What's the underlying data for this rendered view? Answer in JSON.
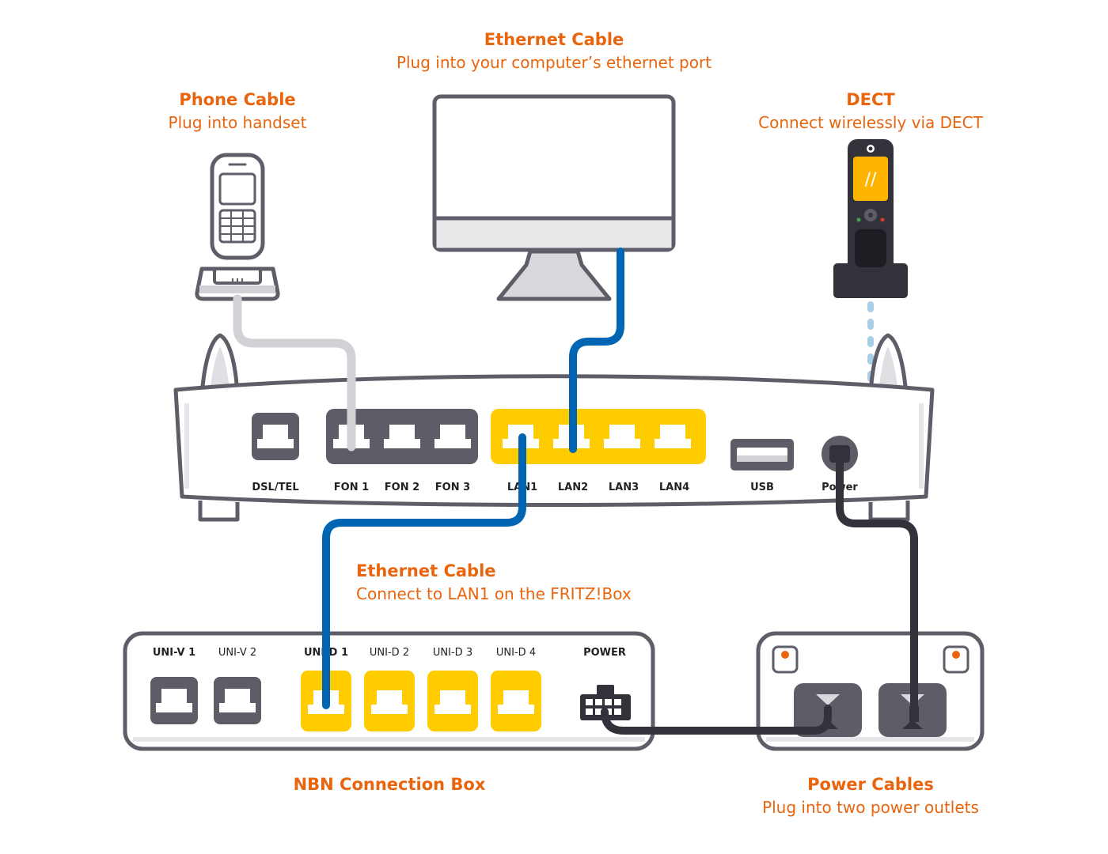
{
  "colors": {
    "accent": "#e8650e",
    "outline": "#5f5d68",
    "port_dark": "#5e5c67",
    "port_yellow": "#ffcc00",
    "ethernet_cable": "#0066b3",
    "phone_cable": "#d2d2d6",
    "power_cable": "#33323b",
    "dect_signal": "#a9cfe8"
  },
  "captions": {
    "ethernet_top": {
      "title": "Ethernet Cable",
      "subtitle": "Plug into your computer’s ethernet port"
    },
    "phone": {
      "title": "Phone Cable",
      "subtitle": "Plug into handset"
    },
    "dect": {
      "title": "DECT",
      "subtitle": "Connect wirelessly via DECT"
    },
    "ethernet_mid": {
      "title": "Ethernet Cable",
      "subtitle": "Connect to LAN1 on the FRITZ!Box"
    },
    "nbn": {
      "title": "NBN Connection Box"
    },
    "power": {
      "title": "Power Cables",
      "subtitle": "Plug into two power outlets"
    }
  },
  "router": {
    "ports": {
      "dsl": "DSL/TEL",
      "fon1": "FON 1",
      "fon2": "FON 2",
      "fon3": "FON 3",
      "lan1": "LAN1",
      "lan2": "LAN2",
      "lan3": "LAN3",
      "lan4": "LAN4",
      "usb": "USB",
      "power": "Power"
    }
  },
  "nbn_box": {
    "ports": {
      "univ1": "UNI-V 1",
      "univ2": "UNI-V 2",
      "unid1": "UNI-D 1",
      "unid2": "UNI-D 2",
      "unid3": "UNI-D 3",
      "unid4": "UNI-D 4",
      "power": "POWER"
    }
  },
  "dect_handset": {
    "screen_text": "//"
  },
  "icons": [
    "desktop-monitor-icon",
    "cordless-phone-icon",
    "dect-handset-icon",
    "power-outlet-icon",
    "rj45-port-icon",
    "usb-port-icon"
  ]
}
